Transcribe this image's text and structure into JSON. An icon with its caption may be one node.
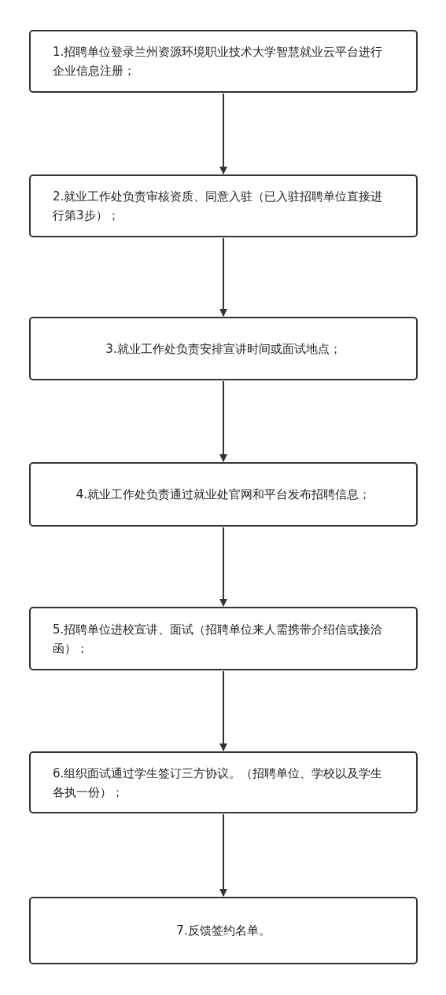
{
  "diagram": {
    "nodes": [
      {
        "text": [
          "1.招聘单位登录兰州资源环境职业技术大学智慧就业云平台进行企业信息注册；"
        ]
      },
      {
        "text": [
          "2.就业工作处负责审核资质、同意入驻（已入驻招聘单位直接进行第3步）；"
        ]
      },
      {
        "text": [
          "3.就业工作处负责安排宣讲时间或面试地点；"
        ]
      },
      {
        "text": [
          "4.就业工作处负责通过就业处官网和平台发布招聘信息；"
        ]
      },
      {
        "text": [
          "5.招聘单位进校宣讲、面试（招聘单位来人需携带介绍信或接洽函）；"
        ]
      },
      {
        "text": [
          "6.组织面试通过学生签订三方协议。（招聘单位、学校以及学生各执一份）；"
        ]
      },
      {
        "text": [
          "7.反馈签约名单。"
        ]
      }
    ],
    "edges": [
      {
        "from": 0,
        "to": 1,
        "arrow": "to"
      },
      {
        "from": 1,
        "to": 2,
        "arrow": "to"
      },
      {
        "from": 2,
        "to": 3,
        "arrow": "to"
      },
      {
        "from": 3,
        "to": 4,
        "arrow": "to"
      },
      {
        "from": 4,
        "to": 5,
        "arrow": "to"
      },
      {
        "from": 5,
        "to": 6,
        "arrow": "to"
      }
    ]
  }
}
